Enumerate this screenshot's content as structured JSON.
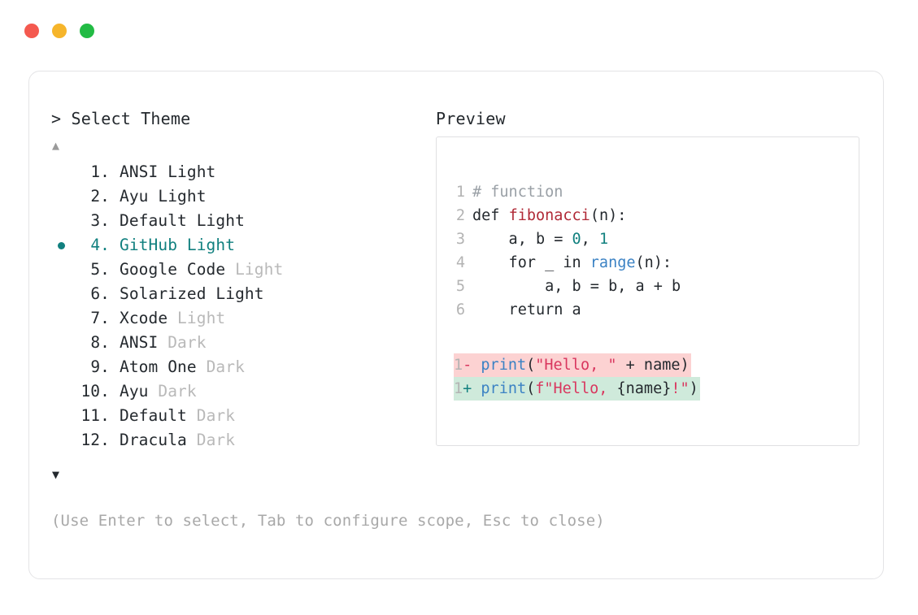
{
  "window": {
    "dots": [
      {
        "name": "close",
        "color": "#f4594f"
      },
      {
        "name": "minimize",
        "color": "#f6b52b"
      },
      {
        "name": "maximize",
        "color": "#22bb44"
      }
    ]
  },
  "prompt": {
    "chevron": ">",
    "title": "Select Theme",
    "scroll_up_glyph": "▲",
    "scroll_down_glyph": "▼",
    "scroll_up_active": false,
    "scroll_down_active": true,
    "selected_index": 4,
    "selected_color": "#11807f",
    "bullet_glyph": "●"
  },
  "themes": [
    {
      "index": "1.",
      "name": "ANSI Light",
      "variant": "",
      "selected": false
    },
    {
      "index": "2.",
      "name": "Ayu Light",
      "variant": "",
      "selected": false
    },
    {
      "index": "3.",
      "name": "Default Light",
      "variant": "",
      "selected": false
    },
    {
      "index": "4.",
      "name": "GitHub Light",
      "variant": "",
      "selected": true
    },
    {
      "index": "5.",
      "name": "Google Code",
      "variant": "Light",
      "selected": false
    },
    {
      "index": "6.",
      "name": "Solarized Light",
      "variant": "",
      "selected": false
    },
    {
      "index": "7.",
      "name": "Xcode",
      "variant": "Light",
      "selected": false
    },
    {
      "index": "8.",
      "name": "ANSI",
      "variant": "Dark",
      "selected": false
    },
    {
      "index": "9.",
      "name": "Atom One",
      "variant": "Dark",
      "selected": false
    },
    {
      "index": "10.",
      "name": "Ayu",
      "variant": "Dark",
      "selected": false
    },
    {
      "index": "11.",
      "name": "Default",
      "variant": "Dark",
      "selected": false
    },
    {
      "index": "12.",
      "name": "Dracula",
      "variant": "Dark",
      "selected": false
    }
  ],
  "preview": {
    "title": "Preview",
    "code_lines": [
      {
        "no": "1",
        "tokens": [
          {
            "t": "# function",
            "c": "comment"
          }
        ]
      },
      {
        "no": "2",
        "tokens": [
          {
            "t": "def ",
            "c": "keyword"
          },
          {
            "t": "fibonacci",
            "c": "func"
          },
          {
            "t": "(n):",
            "c": "plain"
          }
        ]
      },
      {
        "no": "3",
        "tokens": [
          {
            "t": "    a, b = ",
            "c": "plain"
          },
          {
            "t": "0",
            "c": "number"
          },
          {
            "t": ", ",
            "c": "plain"
          },
          {
            "t": "1",
            "c": "number"
          }
        ]
      },
      {
        "no": "4",
        "tokens": [
          {
            "t": "    for _ in ",
            "c": "plain"
          },
          {
            "t": "range",
            "c": "builtin"
          },
          {
            "t": "(n):",
            "c": "plain"
          }
        ]
      },
      {
        "no": "5",
        "tokens": [
          {
            "t": "        a, b = b, a + b",
            "c": "plain"
          }
        ]
      },
      {
        "no": "6",
        "tokens": [
          {
            "t": "    return a",
            "c": "plain"
          }
        ]
      }
    ],
    "diff_lines": [
      {
        "no": "1",
        "sign": "-",
        "kind": "del",
        "tokens": [
          {
            "t": "print",
            "c": "builtin"
          },
          {
            "t": "(",
            "c": "plain"
          },
          {
            "t": "\"Hello, \"",
            "c": "string"
          },
          {
            "t": " + name)",
            "c": "plain"
          }
        ]
      },
      {
        "no": "1",
        "sign": "+",
        "kind": "add",
        "tokens": [
          {
            "t": "print",
            "c": "builtin"
          },
          {
            "t": "(",
            "c": "plain"
          },
          {
            "t": "f\"Hello, ",
            "c": "string"
          },
          {
            "t": "{name}",
            "c": "plain"
          },
          {
            "t": "!\"",
            "c": "string"
          },
          {
            "t": ")",
            "c": "plain"
          }
        ]
      }
    ],
    "colors": {
      "comment": "#9aa0a6",
      "function": "#b02a37",
      "builtin": "#3b82c4",
      "number": "#11807f",
      "string": "#d9365e",
      "diff_del_bg": "#fcd2d2",
      "diff_add_bg": "#cfeadb"
    }
  },
  "hint": "(Use Enter to select, Tab to configure scope, Esc to close)"
}
